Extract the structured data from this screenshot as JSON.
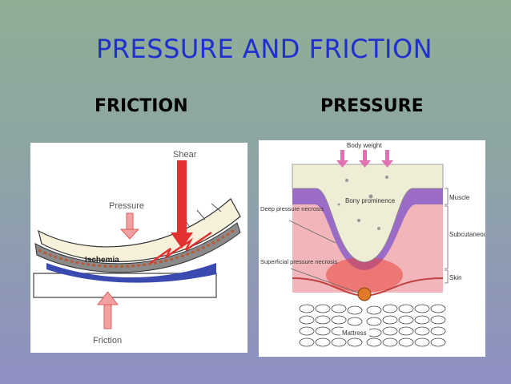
{
  "slide": {
    "title": "PRESSURE AND FRICTION"
  },
  "columns": {
    "left_label": "FRICTION",
    "right_label": "PRESSURE"
  },
  "friction_diagram": {
    "labels": {
      "shear": "Shear",
      "pressure": "Pressure",
      "ischemia": "Ischemia",
      "friction": "Friction"
    },
    "colors": {
      "arrow": "#e33030",
      "bone": "#f7f1dc",
      "ischemia": "#3a4ab0"
    }
  },
  "pressure_diagram": {
    "labels": {
      "body_weight": "Body weight",
      "bony_prominence": "Bony prominence",
      "muscle": "Muscle",
      "subcutaneous": "Subcutaneous tissue",
      "skin": "Skin",
      "deep_necrosis": "Deep pressure necrosis",
      "superficial_necrosis": "Superficial pressure necrosis",
      "mattress": "Mattress"
    },
    "colors": {
      "arrow": "#e070b0",
      "muscle": "#9a6cc8",
      "tissue": "#f2b6ba",
      "necrosis": "#e8433a",
      "bone": "#efedd6"
    }
  }
}
